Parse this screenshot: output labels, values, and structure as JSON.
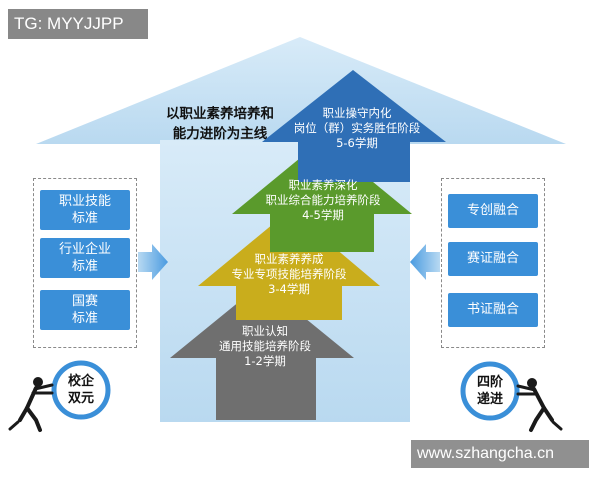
{
  "watermark_top": "TG: MYYJJPP",
  "watermark_bottom": "www.szhangcha.cn",
  "roof_title": [
    "以职业素养培养和",
    "能力进阶为主线"
  ],
  "left_standards": [
    [
      "职业技能",
      "标准"
    ],
    [
      "行业企业",
      "标准"
    ],
    [
      "国赛",
      "标准"
    ]
  ],
  "right_integrations": [
    "专创融合",
    "赛证融合",
    "书证融合"
  ],
  "stages": [
    {
      "lines": [
        "职业认知",
        "通用技能培养阶段",
        "1-2学期"
      ],
      "color": "#6f6f6f"
    },
    {
      "lines": [
        "职业素养养成",
        "专业专项技能培养阶段",
        "3-4学期"
      ],
      "color": "#c9ad1c"
    },
    {
      "lines": [
        "职业素养深化",
        "职业综合能力培养阶段",
        "4-5学期"
      ],
      "color": "#5a9a2c"
    },
    {
      "lines": [
        "职业操守内化",
        "岗位（群）实务胜任阶段",
        "5-6学期"
      ],
      "color": "#2f6fb6"
    }
  ],
  "left_circle": [
    "校企",
    "双元"
  ],
  "right_circle": [
    "四阶",
    "递进"
  ],
  "colors": {
    "house_fill": "#c9e2f4",
    "blue_box": "#3a8fd8",
    "arrow_blue": "#4a9be0"
  }
}
